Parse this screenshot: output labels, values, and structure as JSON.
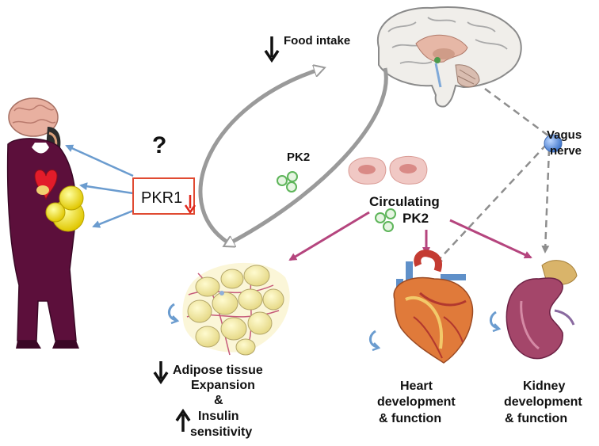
{
  "labels": {
    "food_intake": "Food intake",
    "pk2": "PK2",
    "vagus_line1": "Vagus",
    "vagus_line2": "nerve",
    "question": "?",
    "pkr1": "PKR1",
    "circulating_line1": "Circulating",
    "circulating_line2": "PK2",
    "adipose_line1": "Adipose tissue",
    "adipose_line2": "Expansion",
    "adipose_line3": "&",
    "insulin_line1": "Insulin",
    "insulin_line2": "sensitivity",
    "heart_line1": "Heart",
    "heart_line2": "development",
    "heart_line3": "& function",
    "kidney_line1": "Kidney",
    "kidney_line2": "development",
    "kidney_line3": "& function"
  },
  "colors": {
    "magenta_arrow": "#b5457e",
    "blue_arrow": "#6b9ccf",
    "grey_dashed": "#8e8e8e",
    "pkr1_box": "#e04a32",
    "down_arrow_red": "#e0271b",
    "pk2_green": "#5eb55a",
    "vagus_node": "#5b8fd9",
    "body_purple": "#5c0f3b",
    "adipose_yellow": "#f2e7a6"
  },
  "icons": {
    "brain": "brain-illustration",
    "person": "obese-person-figure",
    "adipose": "adipose-tissue-cells",
    "heart": "heart-illustration",
    "kidney": "kidney-illustration",
    "cells": "endothelial-cells"
  }
}
